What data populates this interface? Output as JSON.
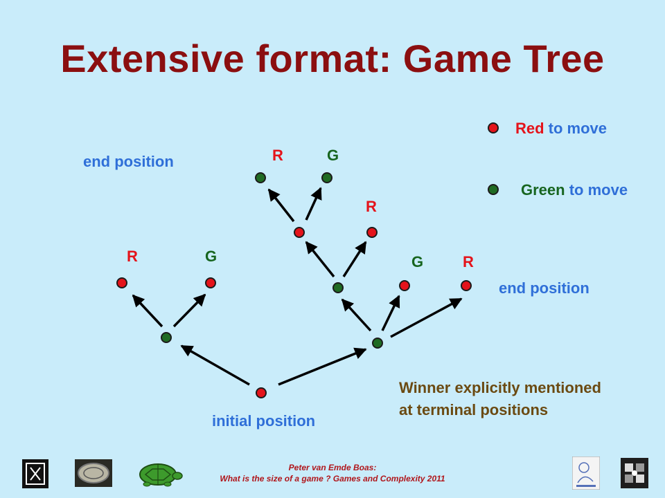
{
  "title": "Extensive format: Game Tree",
  "legend": {
    "red_word": "Red",
    "green_word": "Green",
    "suffix": " to move",
    "red_color": "#e4141b",
    "green_color": "#1f6b23"
  },
  "labels": {
    "end_position_left": "end position",
    "end_position_right": "end position",
    "initial_position": "initial position",
    "winner_line1": "Winner explicitly mentioned",
    "winner_line2": "at terminal positions"
  },
  "winners": {
    "top_left": "R",
    "top_right": "G",
    "mid": "R",
    "left_left": "R",
    "left_right": "G",
    "right_mid": "G",
    "right_right": "R"
  },
  "footer": {
    "line1": "Peter van Emde Boas:",
    "line2": "What is the size of a game ? Games and Complexity 2011"
  },
  "logos": {
    "left": [
      "university-seal-icon",
      "coin-icon",
      "turtle-icon"
    ],
    "right": [
      "cartoon-icon",
      "puzzle-icon"
    ]
  }
}
